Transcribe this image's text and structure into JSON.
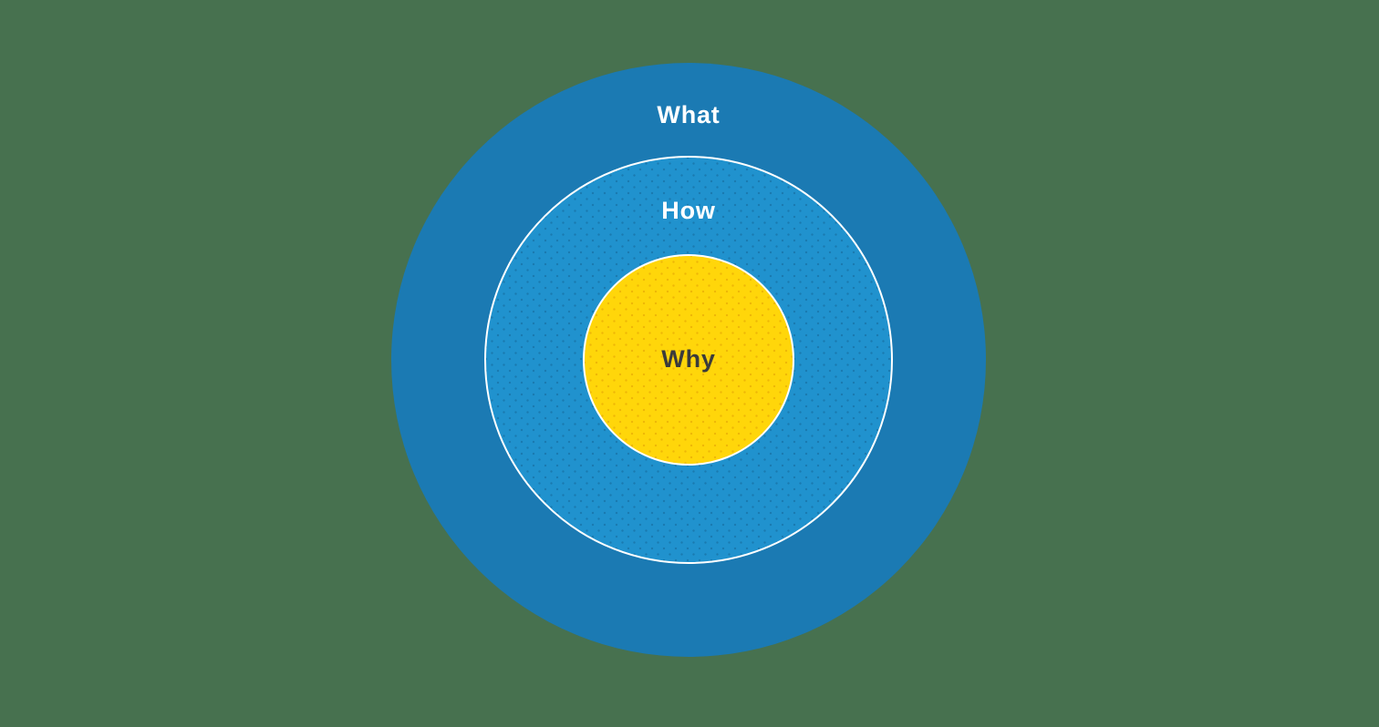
{
  "diagram": {
    "type": "golden-circle",
    "background_color": "#47714F",
    "ring_border_color": "#FFFFFF",
    "rings": [
      {
        "label": "What",
        "fill": "#1B7AB3",
        "text_color": "#FFFFFF",
        "texture": "flat"
      },
      {
        "label": "How",
        "fill": "#2092CE",
        "text_color": "#FFFFFF",
        "texture": "dotted"
      },
      {
        "label": "Why",
        "fill": "#FFD60A",
        "text_color": "#3B3B3B",
        "texture": "dotted"
      }
    ]
  }
}
